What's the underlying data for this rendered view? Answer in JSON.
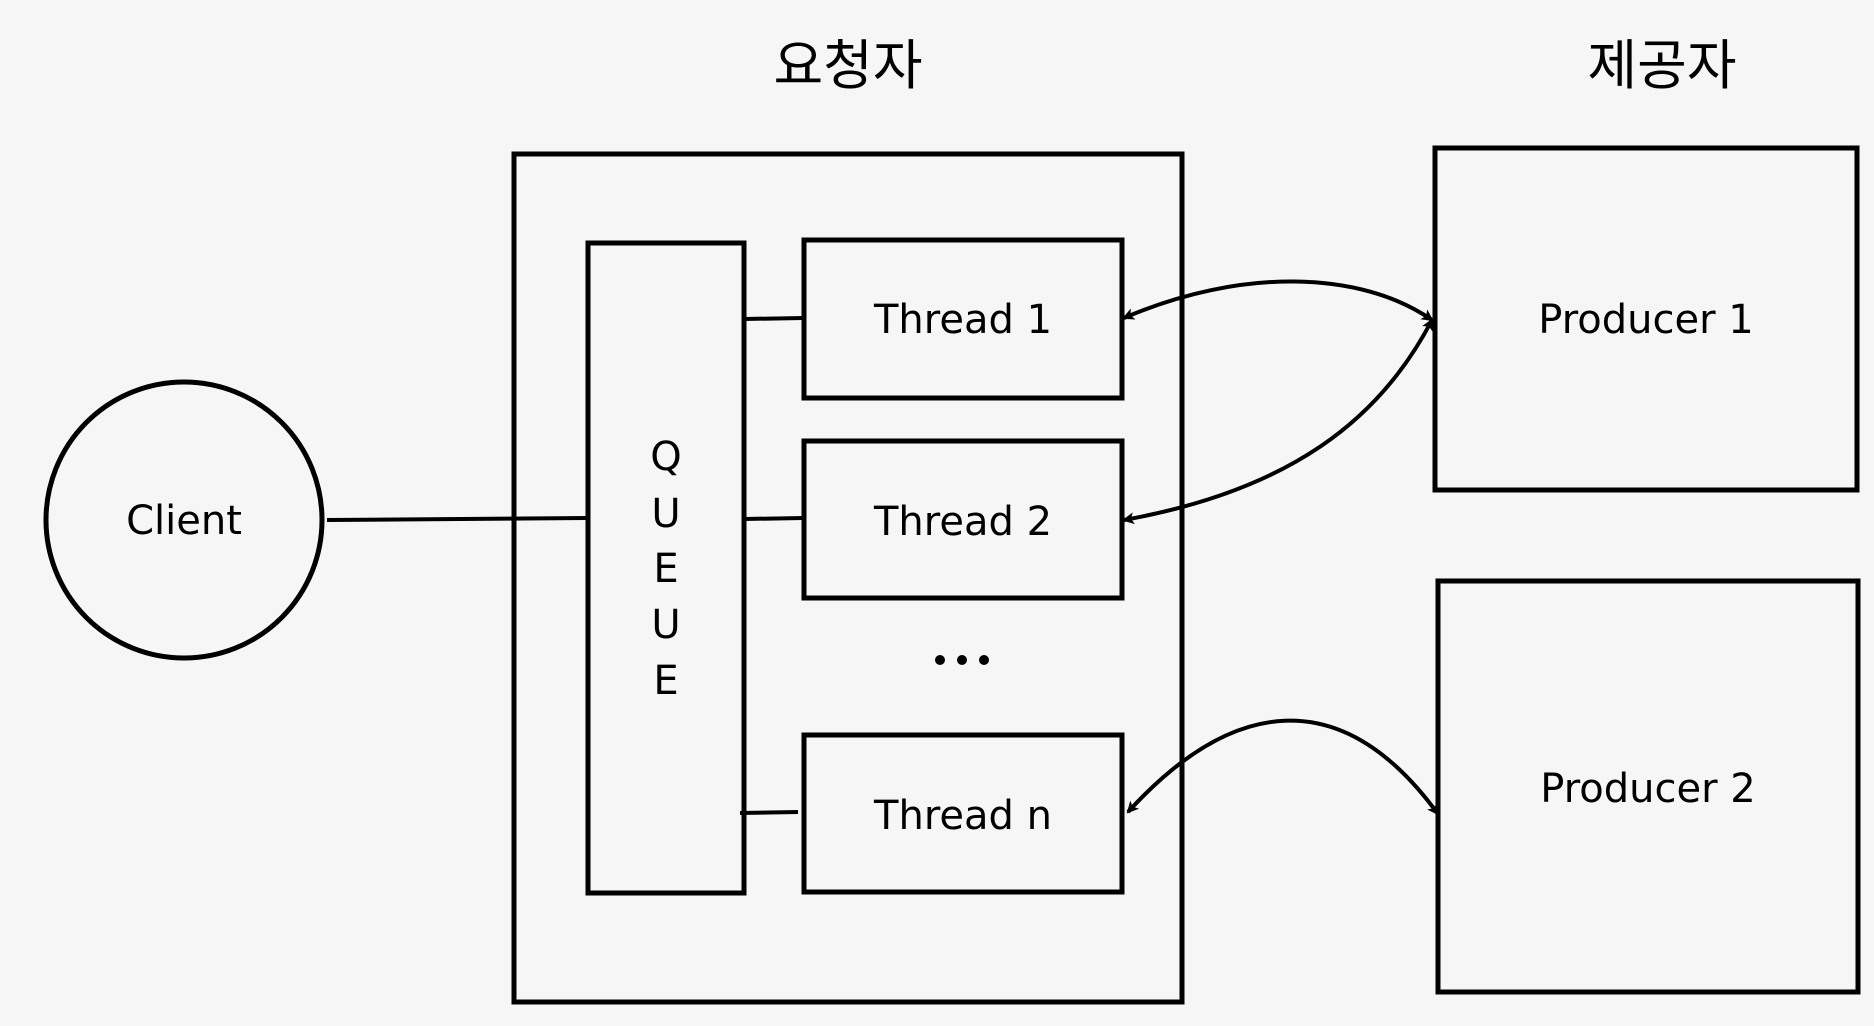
{
  "headers": {
    "requester": "요청자",
    "provider": "제공자"
  },
  "nodes": {
    "client": "Client",
    "queue_letters": [
      "Q",
      "U",
      "E",
      "U",
      "E"
    ],
    "thread1": "Thread 1",
    "thread2": "Thread 2",
    "threadn": "Thread n",
    "producer1": "Producer 1",
    "producer2": "Producer 2"
  },
  "colors": {
    "background": "#f6f6f6",
    "stroke": "#000000"
  }
}
